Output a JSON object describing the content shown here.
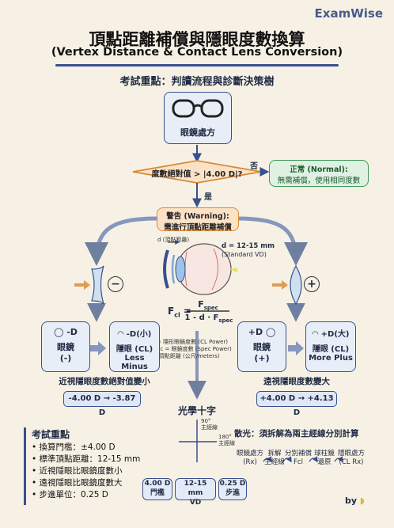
{
  "brand": "ExamWise",
  "title": "頂點距離補償與隱眼度數換算",
  "subtitle": "(Vertex Distance & Contact Lens Conversion)",
  "focus": "考試重點：判讀流程與診斷決策樹",
  "start_box": "眼鏡處方",
  "decision": "度數絕對值 > |4.00 D|?",
  "no_label": "否",
  "yes_label": "是",
  "normal_box": {
    "line1": "正常 (Normal):",
    "line2": "無需補償，使用相同度數"
  },
  "warning_box": {
    "line1": "警告 (Warning):",
    "line2": "需進行頂點距離補償"
  },
  "eye": {
    "d_label": "d (頂點距離)",
    "d_value": "d = 12-15 mm",
    "d_standard": "(Standard VD)",
    "formula_lhs": "F",
    "formula_lhs_sub": "cl",
    "formula_num": "F",
    "formula_num_sub": "spec",
    "formula_den": "1 - d · F",
    "formula_den_sub": "spec",
    "legend": [
      "Fcl = 隱形眼鏡度數 (CL Power)",
      "Fspec = 眼鏡度數 (Spec Power)",
      "d = 頂點距離 (公尺/meters)"
    ]
  },
  "left": {
    "lens_sign": "−",
    "glasses_label": "-D",
    "glasses_name": "眼鏡",
    "glasses_sign": "(-)",
    "cl_power": "-D(小)",
    "cl_name": "隱眼 (CL)",
    "cl_desc": "Less Minus",
    "summary": "近視隱眼度數絕對值變小",
    "example": "-4.00 D → -3.87 D"
  },
  "right": {
    "lens_sign": "+",
    "glasses_label": "+D",
    "glasses_name": "眼鏡",
    "glasses_sign": "(+)",
    "cl_power": "+D(大)",
    "cl_name": "隱眼 (CL)",
    "cl_desc": "More Plus",
    "summary": "遠視隱眼度數變大",
    "example": "+4.00 D → +4.13 D"
  },
  "cross": {
    "title": "光學十字",
    "label_90": "90°",
    "label_90_sub": "主經線",
    "label_180": "180°",
    "label_180_sub": "主經線"
  },
  "astig": {
    "title": "散光：須拆解為兩主經線分別計算",
    "steps": [
      {
        "l1": "眼鏡處方",
        "l2": "(Rx)"
      },
      {
        "l1": "拆解",
        "l2": "主經線"
      },
      {
        "l1": "分別補償",
        "l2": "Fcl"
      },
      {
        "l1": "球柱鏡",
        "l2": "還原"
      },
      {
        "l1": "隱眼處方",
        "l2": "(CL Rx)"
      }
    ]
  },
  "key_points": {
    "title": "考試重點",
    "items": [
      "換算門檻：±4.00 D",
      "標準頂點距離：12-15 mm",
      "近視隱眼比眼鏡度數小",
      "遠視隱眼比眼鏡度數大",
      "步進單位：0.25 D"
    ]
  },
  "pills": [
    {
      "l1": "4.00 D",
      "l2": "門檻"
    },
    {
      "l1": "12-15 mm",
      "l2": "VD"
    },
    {
      "l1": "0.25 D",
      "l2": "步進"
    }
  ],
  "by": "by"
}
